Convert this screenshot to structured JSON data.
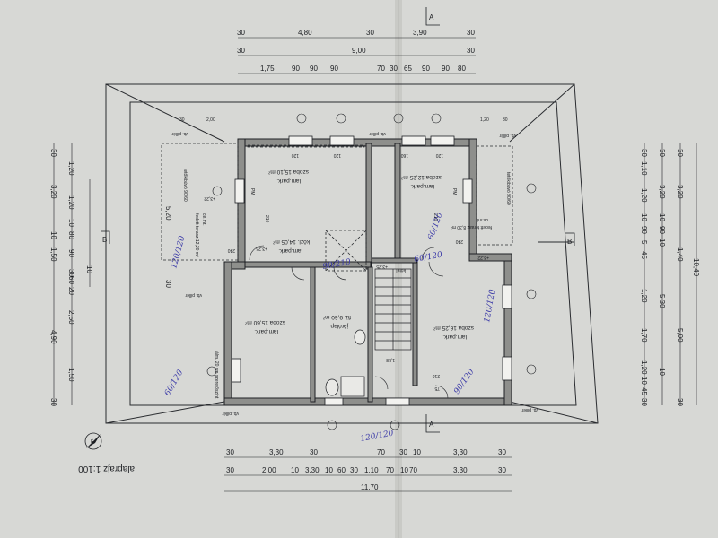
{
  "drawing": {
    "scale_label": "alaprajz 1:100",
    "section_marks": [
      "A",
      "A",
      "B",
      "B"
    ],
    "top_dims_row1": [
      "30",
      "4,80",
      "30",
      "3,90",
      "30"
    ],
    "top_dims_row2": [
      "30",
      "9,00",
      "30"
    ],
    "top_dims_row3": [
      "1,75",
      "90",
      "90",
      "90",
      "70",
      "30",
      "65",
      "90",
      "90",
      "80"
    ],
    "bottom_dims_row1": [
      "30",
      "3,30",
      "30",
      "70",
      "30",
      "10",
      "3,30",
      "30"
    ],
    "bottom_dims_row2": [
      "30",
      "2,00",
      "10",
      "3,30",
      "10",
      "60",
      "30",
      "1,10",
      "70",
      "10",
      "70",
      "3,30",
      "30"
    ],
    "bottom_dims_row3": [
      "11,70"
    ],
    "left_dims_a": [
      "30",
      "1,20",
      "3,20",
      "1,20",
      "10",
      "80",
      "1,50",
      "90",
      "30",
      "10",
      "4,90",
      "2,50",
      "1,50",
      "30"
    ],
    "left_dims_b": [
      "5,20",
      "30"
    ],
    "left_dims_c": [
      "10",
      "60",
      "20"
    ],
    "right_dims_a": [
      "30",
      "1,10",
      "1,20",
      "10",
      "90",
      "5",
      "45",
      "1,20",
      "1,70",
      "1,20",
      "10",
      "45",
      "30"
    ],
    "right_dims_b": [
      "30",
      "3,20",
      "10",
      "90",
      "10",
      "5,30",
      "10"
    ],
    "right_dims_c": [
      "30",
      "3,20",
      "1,40",
      "5,00",
      "30"
    ],
    "right_dims_d": [
      "10,40"
    ],
    "top_inner_dims": [
      "30",
      "2,00",
      "1,20",
      "30"
    ],
    "rooms": [
      {
        "name": "szoba 15,10 m²",
        "floor": "lam.park."
      },
      {
        "name": "szoba 12,25 m²",
        "floor": "lam.park."
      },
      {
        "name": "közl. 14,05 m²",
        "floor": "lam.park."
      },
      {
        "name": "szoba 15,60 m²",
        "floor": "lam.park."
      },
      {
        "name": "fü. 9,60 m²",
        "floor": "járólap"
      },
      {
        "name": "szoba 16,25 m²",
        "floor": "lam.park."
      },
      {
        "name": "fedett terasz 12,20 m²",
        "floor": "ce.mt."
      },
      {
        "name": "fedett terasz 8,30 m²",
        "floor": "ce.mt."
      }
    ],
    "labels": {
      "vb_pillar": "vb. pillér",
      "roof_overhang": "tetőkibúvó 90/60",
      "eaves": "vb. pillér",
      "lower_ceiling": "álm. 20 cm szerelőszint",
      "stair_label": "kötél",
      "level_a": "+3,25",
      "level_b": "+3,22",
      "level_c": "+3,25",
      "level_d": "+3,22",
      "pm": "PM",
      "door": "120",
      "door_h": "210",
      "w_160": "160",
      "w_120": "120",
      "n240": "240",
      "n75": "75",
      "n210": "210",
      "n158": "1,58"
    },
    "handwritten": [
      "120/120",
      "60/120",
      "60/120",
      "120/120",
      "90/210",
      "60/120",
      "90/120",
      "120/120"
    ],
    "north_arrow": "É"
  }
}
